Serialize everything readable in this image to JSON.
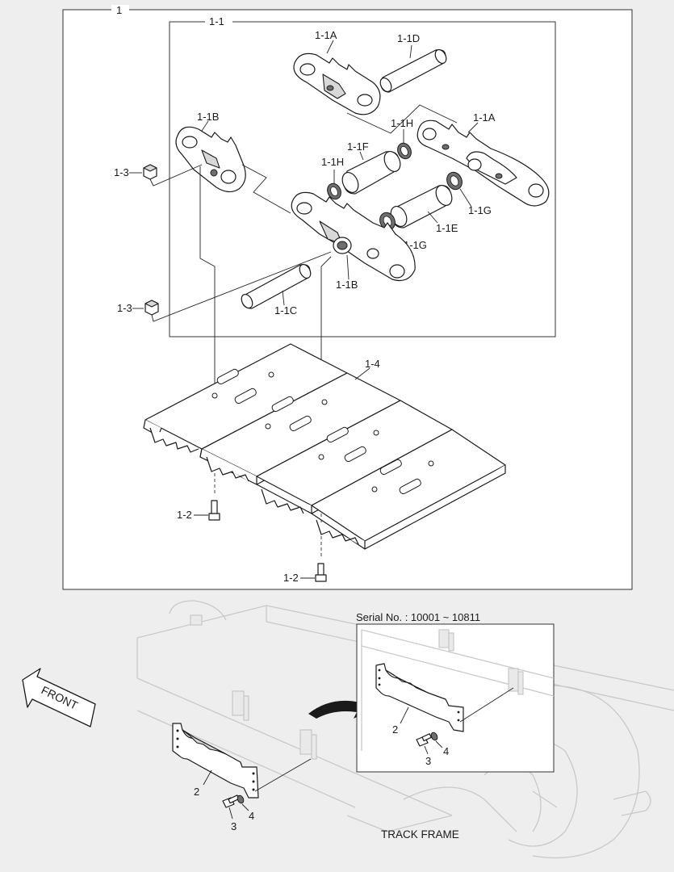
{
  "labels": {
    "assembly": "1",
    "link_assembly": "1-1",
    "link_a_top": "1-1A",
    "pin_d": "1-1D",
    "link_b_top": "1-1B",
    "seal_h_top": "1-1H",
    "link_a_right": "1-1A",
    "bushing_f": "1-1F",
    "seal_h_mid": "1-1H",
    "nut_top": "1-3",
    "seal_g_right": "1-1G",
    "bushing_e": "1-1E",
    "seal_g_mid": "1-1G",
    "link_b_bottom": "1-1B",
    "pin_c": "1-1C",
    "nut_bottom": "1-3",
    "shoe": "1-4",
    "bolt_left": "1-2",
    "bolt_bottom": "1-2"
  },
  "inset": {
    "serial": "Serial No. : 10001 ~ 10811",
    "guard_label": "2",
    "bolt_label": "3",
    "washer_label": "4"
  },
  "main_guard": {
    "guard_label": "2",
    "bolt_label": "3",
    "washer_label": "4"
  },
  "front_arrow": "FRONT",
  "track_frame": "TRACK FRAME"
}
